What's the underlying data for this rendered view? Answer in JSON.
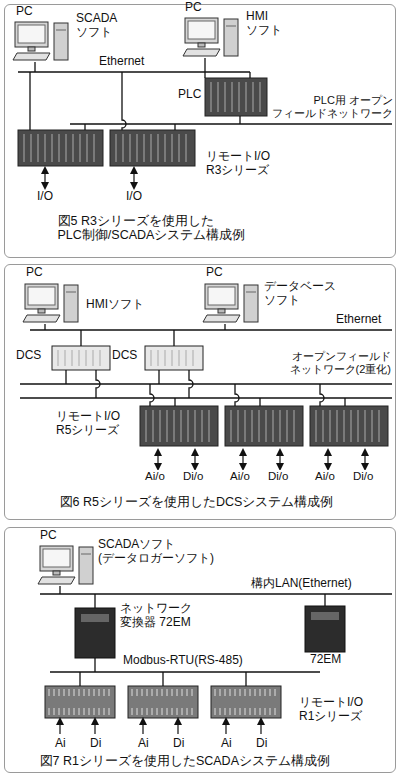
{
  "diagram": {
    "nodes": [
      {
        "text": [
          "図5 R3シリーズを使用した PLC制御/SCADAシステム構成例"
        ]
      },
      {
        "text": [
          "PC",
          "SCADA ソフト"
        ],
        "in": 0
      },
      {
        "text": [
          "PC",
          "HMI ソフト"
        ],
        "in": 0
      },
      {
        "text": [
          "PLC"
        ],
        "in": 0
      },
      {
        "text": [
          "図6 R5シリーズを使用したDCSシステム構成例"
        ]
      },
      {
        "text": [
          "PC",
          "HMIソフト"
        ],
        "in": 4
      },
      {
        "text": [
          "PC",
          "データベース ソフト"
        ],
        "in": 4
      },
      {
        "text": [
          "DCS"
        ],
        "in": 4
      },
      {
        "text": [
          "DCS"
        ],
        "in": 4
      },
      {
        "text": [
          "図7 R1シリーズを使用したSCADAシステム構成例"
        ]
      },
      {
        "text": [
          "PC",
          "SCADAソフト (データロガーソフト)"
        ],
        "in": 9
      },
      {
        "text": [
          "ネットワーク 変換器 72EM"
        ],
        "in": 9
      },
      {
        "text": [
          "72EM"
        ],
        "in": 9
      }
    ],
    "labels": [
      "Ethernet",
      "PLC用 オープン フィールドネットワーク",
      "リモートI/O R3シリーズ",
      "I/O",
      "I/O",
      "Ethernet",
      "オープンフィールド ネットワーク(2重化)",
      "リモートI/O R5シリーズ",
      "Ai/o",
      "Di/o",
      "Ai/o",
      "Di/o",
      "Ai/o",
      "Di/o",
      "構内LAN(Ethernet)",
      "Modbus-RTU(RS-485)",
      "リモートI/O R1シリーズ",
      "Ai",
      "Di",
      "Ai",
      "Di",
      "Ai",
      "Di"
    ]
  }
}
